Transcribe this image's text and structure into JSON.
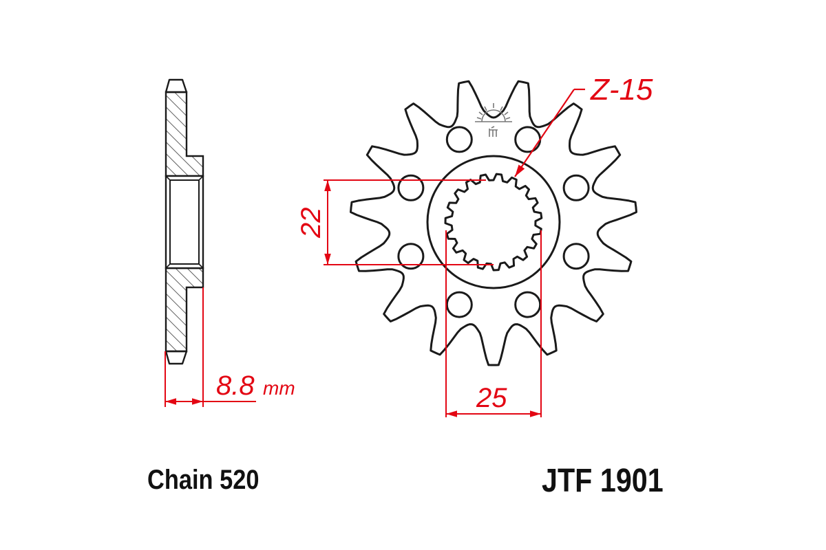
{
  "title": "Front sprocket technical drawing",
  "part_number": "JTF 1901",
  "chain": "Chain 520",
  "teeth": {
    "label": "Z-15",
    "count": 15
  },
  "dimensions": {
    "spline_height": "22",
    "spline_width": "25",
    "thickness_value": "8.8",
    "thickness_unit": "mm"
  },
  "bolt_holes": 8,
  "spline_teeth": 19,
  "icons": {
    "logo": "sun-logo-icon"
  },
  "colors": {
    "outline": "#1a1a1a",
    "dimension": "#e30613",
    "hatch": "#333333",
    "background": "#ffffff"
  }
}
